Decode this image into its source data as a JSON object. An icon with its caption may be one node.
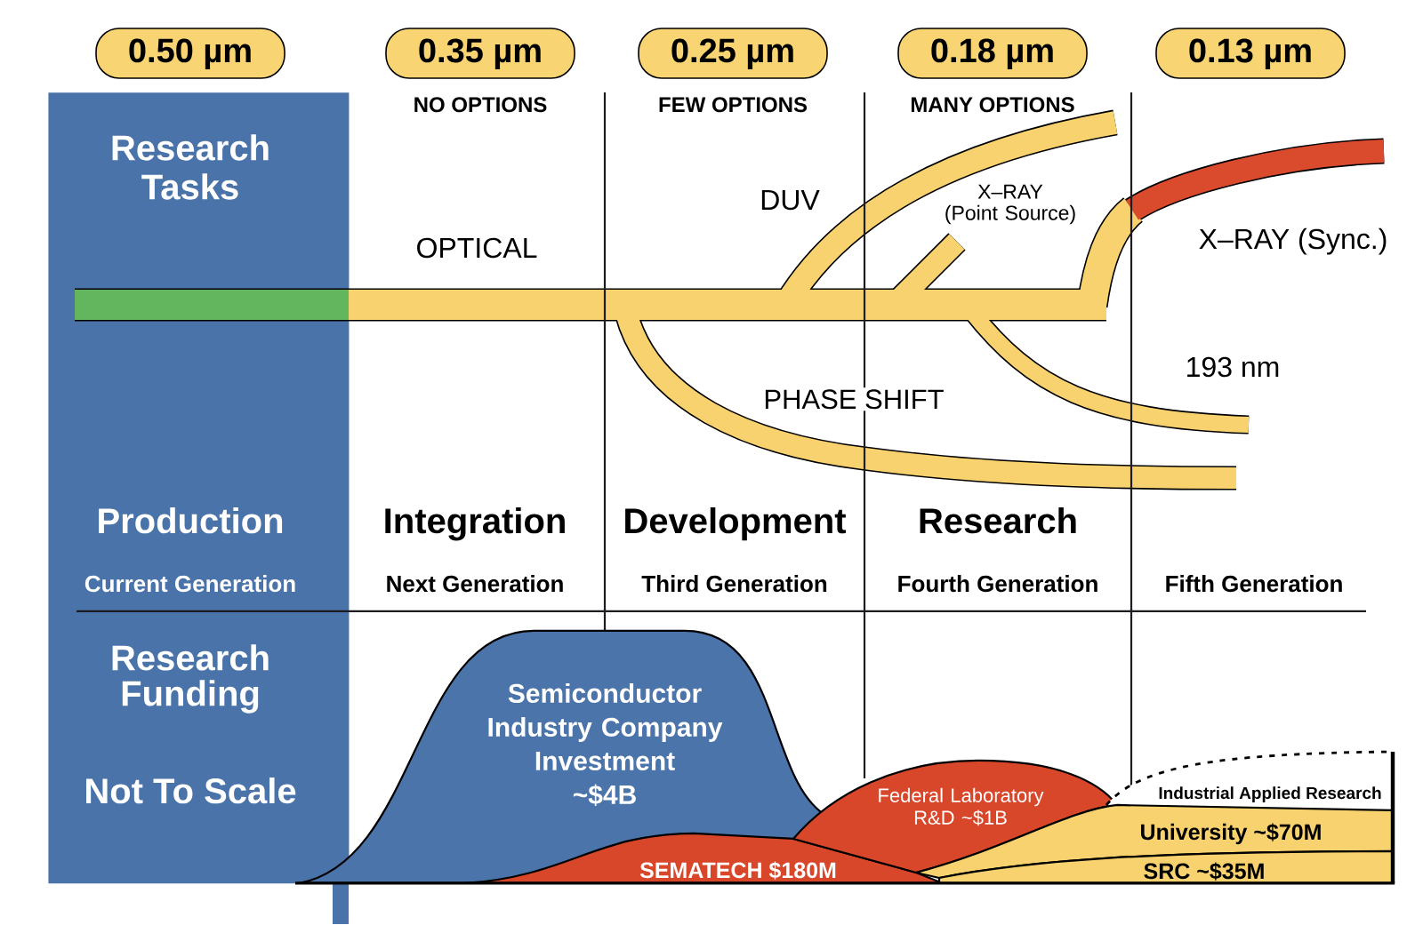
{
  "diagram": {
    "nodes": [
      {
        "text": [
          "0.50 µm"
        ]
      },
      {
        "text": [
          "0.35 µm"
        ],
        "beside": [
          "NO OPTIONS"
        ]
      },
      {
        "text": [
          "0.25 µm"
        ],
        "beside": [
          "FEW OPTIONS"
        ]
      },
      {
        "text": [
          "0.18 µm"
        ],
        "beside": [
          "MANY OPTIONS"
        ]
      },
      {
        "text": [
          "0.13 µm"
        ]
      },
      {
        "text": [
          "Research Tasks",
          "Production",
          "Current Generation",
          "Research Funding",
          "Not To Scale"
        ]
      },
      {
        "text": [
          "Semiconductor Industry Company Investment ~$4B"
        ]
      },
      {
        "text": [
          "SEMATECH $180M"
        ]
      },
      {
        "text": [
          "Federal Laboratory R&D ~$1B"
        ]
      },
      {
        "text": [
          "Industrial Applied Research"
        ]
      },
      {
        "text": [
          "University ~$70M"
        ]
      },
      {
        "text": [
          "SRC ~$35M"
        ]
      }
    ],
    "labels": [
      "DUV",
      "X–RAY (Point Source)",
      "OPTICAL",
      "X–RAY (Sync.)",
      "193 nm",
      "PHASE SHIFT",
      "Integration",
      "Development",
      "Research",
      "Next Generation",
      "Third Generation",
      "Fourth Generation",
      "Fifth Generation"
    ]
  }
}
